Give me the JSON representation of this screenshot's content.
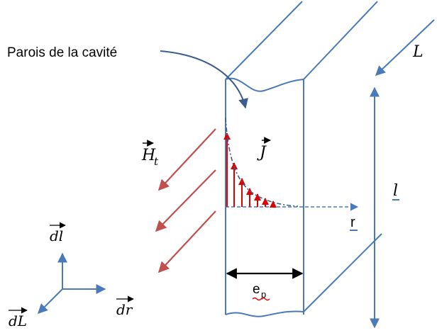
{
  "labels": {
    "wall_caption": "Parois de la cavité",
    "field_H": "H",
    "field_H_sub": "t",
    "current_J": "J",
    "length_L": "L",
    "length_l": "l",
    "axis_r": "r",
    "skin_depth": "e",
    "skin_depth_sub": "p",
    "vec_dl": "dl",
    "vec_dr": "dr",
    "vec_dL": "dL"
  },
  "colors": {
    "structure": "#4a7ab9",
    "field": "#c0504d",
    "current": "#e00000",
    "text": "#000000",
    "caption_arrow": "#3b5e8c"
  }
}
